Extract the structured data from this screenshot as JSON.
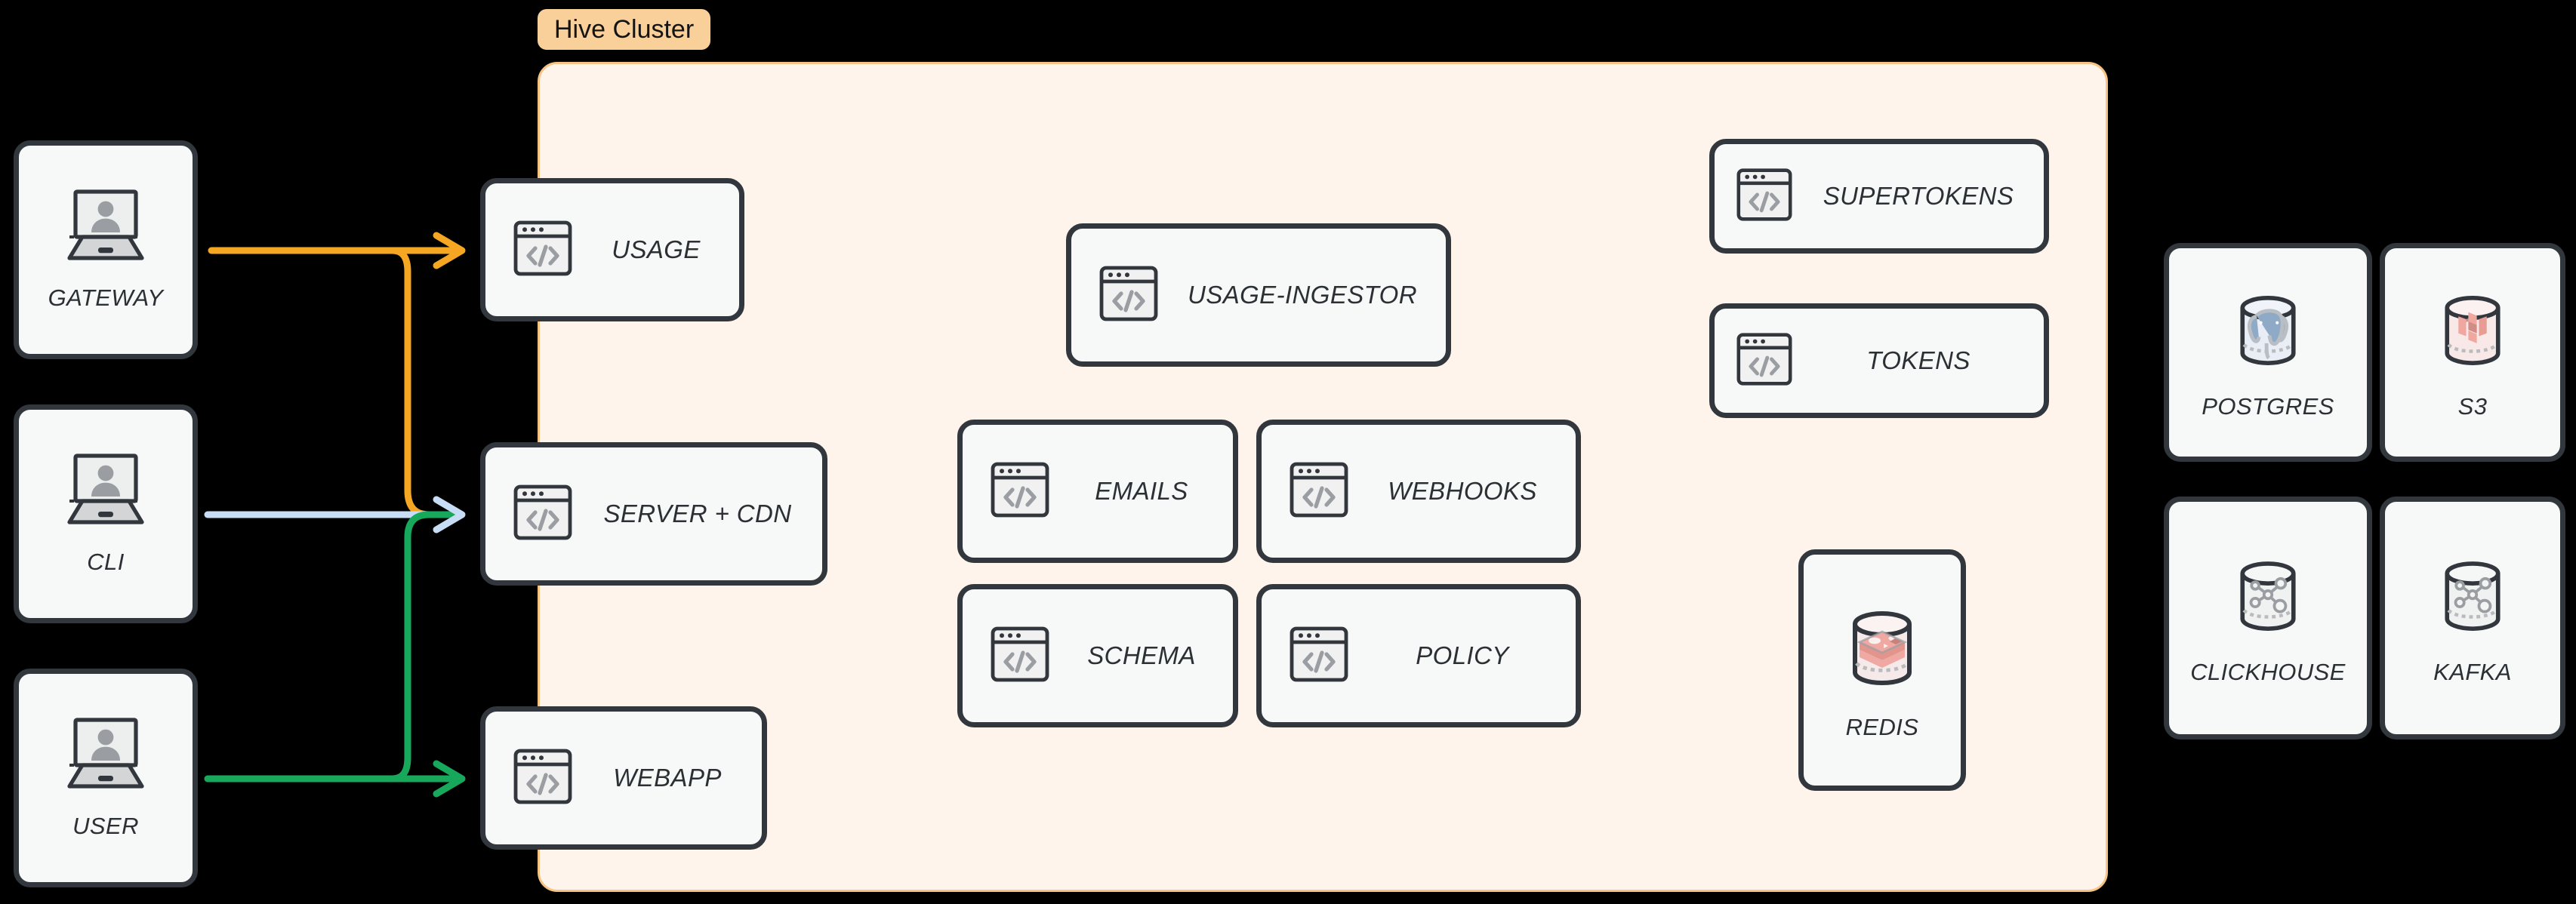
{
  "cluster": {
    "badge_label": "Hive Cluster",
    "bg_color": "#FEF4EC",
    "border_color": "#F6C382",
    "badge_color": "#F9CF9A"
  },
  "clients": [
    {
      "label": "GATEWAY",
      "icon": "laptop-user-icon"
    },
    {
      "label": "CLI",
      "icon": "laptop-user-icon"
    },
    {
      "label": "USER",
      "icon": "laptop-user-icon"
    }
  ],
  "edge_services": [
    {
      "label": "USAGE",
      "icon": "code-window-icon"
    },
    {
      "label": "SERVER + CDN",
      "icon": "code-window-icon"
    },
    {
      "label": "WEBAPP",
      "icon": "code-window-icon"
    }
  ],
  "core_services": [
    {
      "label": "USAGE-INGESTOR",
      "icon": "code-window-icon"
    },
    {
      "label": "EMAILS",
      "icon": "code-window-icon"
    },
    {
      "label": "WEBHOOKS",
      "icon": "code-window-icon"
    },
    {
      "label": "SCHEMA",
      "icon": "code-window-icon"
    },
    {
      "label": "POLICY",
      "icon": "code-window-icon"
    }
  ],
  "auth_services": [
    {
      "label": "SUPERTOKENS",
      "icon": "code-window-icon"
    },
    {
      "label": "TOKENS",
      "icon": "code-window-icon"
    }
  ],
  "cluster_datastores": [
    {
      "label": "REDIS",
      "icon": "redis-cylinder-icon"
    }
  ],
  "external_datastores": [
    {
      "label": "POSTGRES",
      "icon": "postgres-cylinder-icon"
    },
    {
      "label": "S3",
      "icon": "s3-cylinder-icon"
    },
    {
      "label": "CLICKHOUSE",
      "icon": "graph-cylinder-icon"
    },
    {
      "label": "KAFKA",
      "icon": "graph-cylinder-icon"
    }
  ],
  "connections": [
    {
      "from": "GATEWAY",
      "to": "USAGE",
      "color": "#F5A623"
    },
    {
      "from": "GATEWAY",
      "to": "SERVER + CDN",
      "color": "#F5A623"
    },
    {
      "from": "CLI",
      "to": "SERVER + CDN",
      "color": "#C7DDF5"
    },
    {
      "from": "USER",
      "to": "SERVER + CDN",
      "color": "#17A85C"
    },
    {
      "from": "USER",
      "to": "WEBAPP",
      "color": "#17A85C"
    }
  ],
  "colors": {
    "arrow_orange": "#F5A623",
    "arrow_blue": "#C7DDF5",
    "arrow_green": "#17A85C",
    "node_border": "#32373D",
    "node_bg": "#F7F8F8",
    "canvas_bg": "#000000"
  }
}
